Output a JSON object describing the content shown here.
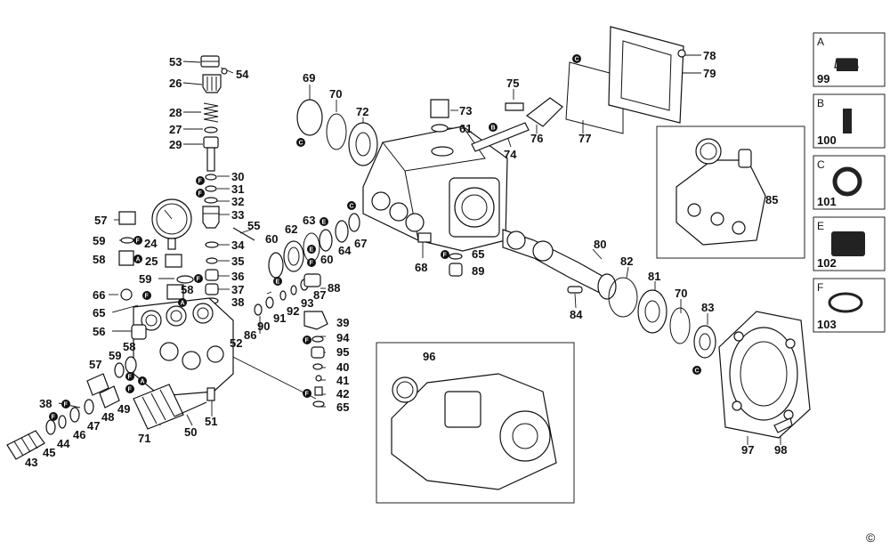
{
  "callouts": [
    {
      "id": "c53",
      "text": "53"
    },
    {
      "id": "c54",
      "text": "54"
    },
    {
      "id": "c26",
      "text": "26"
    },
    {
      "id": "c28",
      "text": "28"
    },
    {
      "id": "c27",
      "text": "27"
    },
    {
      "id": "c29",
      "text": "29"
    },
    {
      "id": "c30",
      "text": "30"
    },
    {
      "id": "c31",
      "text": "31"
    },
    {
      "id": "c32",
      "text": "32"
    },
    {
      "id": "c33",
      "text": "33"
    },
    {
      "id": "c55",
      "text": "55"
    },
    {
      "id": "c57a",
      "text": "57"
    },
    {
      "id": "c24",
      "text": "24"
    },
    {
      "id": "c59a",
      "text": "59"
    },
    {
      "id": "c34",
      "text": "34"
    },
    {
      "id": "c58a",
      "text": "58"
    },
    {
      "id": "c25",
      "text": "25"
    },
    {
      "id": "c35",
      "text": "35"
    },
    {
      "id": "c59b",
      "text": "59"
    },
    {
      "id": "c36",
      "text": "36"
    },
    {
      "id": "c58b",
      "text": "58"
    },
    {
      "id": "c37",
      "text": "37"
    },
    {
      "id": "c66",
      "text": "66"
    },
    {
      "id": "c38a",
      "text": "38"
    },
    {
      "id": "c65a",
      "text": "65"
    },
    {
      "id": "c56",
      "text": "56"
    },
    {
      "id": "c52",
      "text": "52"
    },
    {
      "id": "c58c",
      "text": "58"
    },
    {
      "id": "c57b",
      "text": "57"
    },
    {
      "id": "c59c",
      "text": "59"
    },
    {
      "id": "c38b",
      "text": "38"
    },
    {
      "id": "c48",
      "text": "48"
    },
    {
      "id": "c49",
      "text": "49"
    },
    {
      "id": "c47",
      "text": "47"
    },
    {
      "id": "c46",
      "text": "46"
    },
    {
      "id": "c44",
      "text": "44"
    },
    {
      "id": "c45",
      "text": "45"
    },
    {
      "id": "c43",
      "text": "43"
    },
    {
      "id": "c71",
      "text": "71"
    },
    {
      "id": "c50",
      "text": "50"
    },
    {
      "id": "c51",
      "text": "51"
    },
    {
      "id": "c86",
      "text": "86"
    },
    {
      "id": "c90",
      "text": "90"
    },
    {
      "id": "c91",
      "text": "91"
    },
    {
      "id": "c92",
      "text": "92"
    },
    {
      "id": "c93",
      "text": "93"
    },
    {
      "id": "c87",
      "text": "87"
    },
    {
      "id": "c88",
      "text": "88"
    },
    {
      "id": "c39",
      "text": "39"
    },
    {
      "id": "c94",
      "text": "94"
    },
    {
      "id": "c95",
      "text": "95"
    },
    {
      "id": "c40",
      "text": "40"
    },
    {
      "id": "c41",
      "text": "41"
    },
    {
      "id": "c42",
      "text": "42"
    },
    {
      "id": "c65b",
      "text": "65"
    },
    {
      "id": "c60a",
      "text": "60"
    },
    {
      "id": "c62",
      "text": "62"
    },
    {
      "id": "c63",
      "text": "63"
    },
    {
      "id": "c60b",
      "text": "60"
    },
    {
      "id": "c64",
      "text": "64"
    },
    {
      "id": "c67",
      "text": "67"
    },
    {
      "id": "c69",
      "text": "69"
    },
    {
      "id": "c70a",
      "text": "70"
    },
    {
      "id": "c72",
      "text": "72"
    },
    {
      "id": "c73",
      "text": "73"
    },
    {
      "id": "c61",
      "text": "61"
    },
    {
      "id": "c68",
      "text": "68"
    },
    {
      "id": "c65c",
      "text": "65"
    },
    {
      "id": "c89",
      "text": "89"
    },
    {
      "id": "c75",
      "text": "75"
    },
    {
      "id": "c74",
      "text": "74"
    },
    {
      "id": "c76",
      "text": "76"
    },
    {
      "id": "c77",
      "text": "77"
    },
    {
      "id": "c78",
      "text": "78"
    },
    {
      "id": "c79",
      "text": "79"
    },
    {
      "id": "c80",
      "text": "80"
    },
    {
      "id": "c82",
      "text": "82"
    },
    {
      "id": "c84",
      "text": "84"
    },
    {
      "id": "c81",
      "text": "81"
    },
    {
      "id": "c70b",
      "text": "70"
    },
    {
      "id": "c83",
      "text": "83"
    },
    {
      "id": "c97",
      "text": "97"
    },
    {
      "id": "c98",
      "text": "98"
    },
    {
      "id": "c96",
      "text": "96"
    },
    {
      "id": "c85",
      "text": "85"
    }
  ],
  "badges": {
    "A": "A",
    "B": "B",
    "C": "C",
    "E": "E",
    "F": "F"
  },
  "kits": [
    {
      "letter": "A",
      "number": "99"
    },
    {
      "letter": "B",
      "number": "100"
    },
    {
      "letter": "C",
      "number": "101"
    },
    {
      "letter": "E",
      "number": "102"
    },
    {
      "letter": "F",
      "number": "103"
    }
  ],
  "copyright": "©"
}
